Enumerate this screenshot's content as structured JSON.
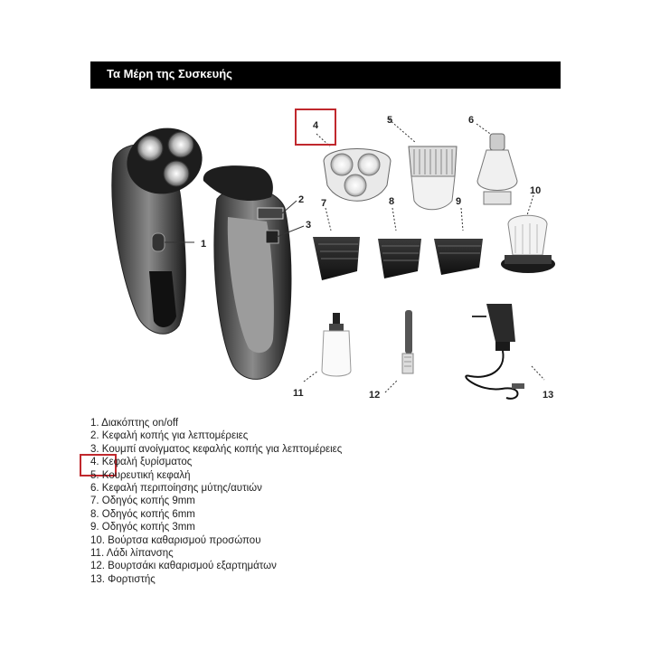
{
  "title": "Τα Μέρη της Συσκευής",
  "callouts": [
    "1",
    "2",
    "3",
    "4",
    "5",
    "6",
    "7",
    "8",
    "9",
    "10",
    "11",
    "12",
    "13"
  ],
  "parts": [
    "1. Διακόπτης on/off",
    "2. Κεφαλή κοπής για λεπτομέρειες",
    "3. Κουμπί ανοίγματος κεφαλής κοπής για λεπτομέρειες",
    "4. Κεφαλή ξυρίσματος",
    "5. Κουρευτική κεφαλή",
    "6. Κεφαλή περιποίησης μύτης/αυτιών",
    "7. Οδηγός κοπής 9mm",
    "8. Οδηγός κοπής 6mm",
    "9. Οδηγός κοπής 3mm",
    "10. Βούρτσα καθαρισμού προσώπου",
    "11. Λάδι λίπανσης",
    "12. Βουρτσάκι καθαρισμού εξαρτημάτων",
    "13. Φορτιστής"
  ],
  "colors": {
    "highlight": "#c0282d",
    "title_bg": "#000000",
    "title_text": "#ffffff"
  }
}
